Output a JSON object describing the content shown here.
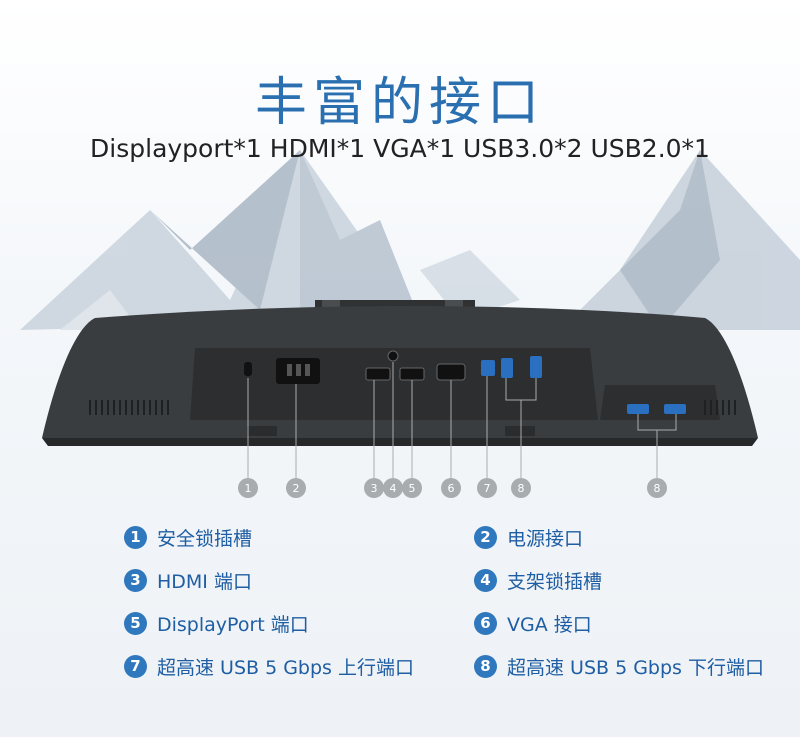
{
  "title": "丰富的接口",
  "subtitle": "Displayport*1  HDMI*1  VGA*1  USB3.0*2  USB2.0*1",
  "callouts": [
    "1",
    "2",
    "3",
    "4",
    "5",
    "6",
    "7",
    "8",
    "8"
  ],
  "legend": [
    {
      "num": "1",
      "label": "安全锁插槽"
    },
    {
      "num": "2",
      "label": "电源接口"
    },
    {
      "num": "3",
      "label": "HDMI 端口"
    },
    {
      "num": "4",
      "label": "支架锁插槽"
    },
    {
      "num": "5",
      "label": "DisplayPort 端口"
    },
    {
      "num": "6",
      "label": "VGA 接口"
    },
    {
      "num": "7",
      "label": "超高速 USB 5 Gbps 上行端口"
    },
    {
      "num": "8",
      "label": "超高速 USB 5 Gbps 下行端口"
    }
  ],
  "colors": {
    "accent": "#2f78bd",
    "title": "#2a6fb0",
    "monitor": "#3a3d40",
    "callout": "#a9acae"
  }
}
